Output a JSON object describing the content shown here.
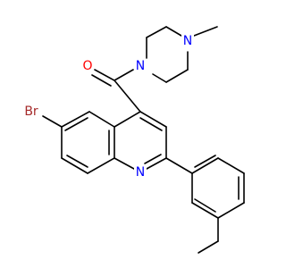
{
  "molecule": {
    "atoms": {
      "oxygen": {
        "symbol": "O",
        "color": "#ff0000"
      },
      "piperazine_n1": {
        "symbol": "N",
        "color": "#0000ff"
      },
      "piperazine_n4": {
        "symbol": "N",
        "color": "#0000ff"
      },
      "bromine": {
        "symbol": "Br",
        "color": "#a52a2a"
      },
      "quinoline_n": {
        "symbol": "N",
        "color": "#0000ff"
      }
    },
    "bond_color": "#000000"
  }
}
